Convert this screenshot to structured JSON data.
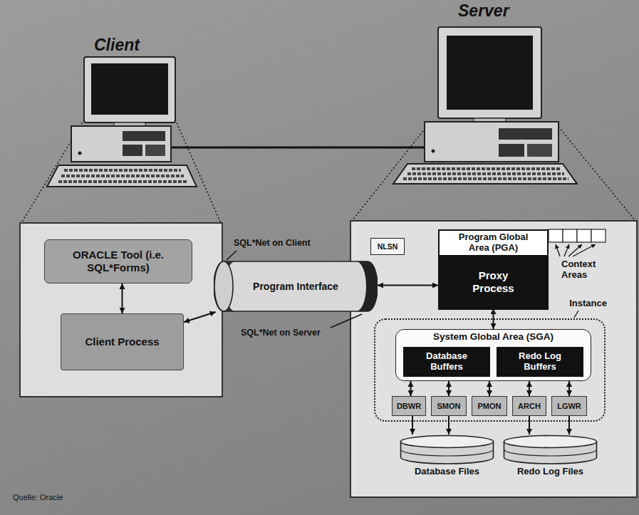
{
  "diagram": {
    "nodes": [
      {
        "text": [
          "ORACLE Tool (i.e. SQL*Forms)"
        ]
      },
      {
        "text": [
          "Client Process"
        ]
      },
      {
        "text": [
          "Program Interface"
        ]
      },
      {
        "text": [
          "NLSN"
        ]
      },
      {
        "text": [
          "Program Global Area (PGA)"
        ]
      },
      {
        "text": [
          "Proxy Process"
        ],
        "in": 4
      },
      {
        "text": [
          "Instance"
        ]
      },
      {
        "text": [
          "System Global Area (SGA)"
        ],
        "in": 6
      },
      {
        "text": [
          "Database Buffers"
        ],
        "in": 7
      },
      {
        "text": [
          "Redo Log Buffers"
        ],
        "in": 7
      },
      {
        "text": [
          "DBWR"
        ],
        "in": 6
      },
      {
        "text": [
          "SMON"
        ],
        "in": 6
      },
      {
        "text": [
          "PMON"
        ],
        "in": 6
      },
      {
        "text": [
          "ARCH"
        ],
        "in": 6
      },
      {
        "text": [
          "LGWR"
        ],
        "in": 6
      },
      {
        "text": [
          "Database Files"
        ]
      },
      {
        "text": [
          "Redo Log Files"
        ]
      }
    ],
    "edges": [
      {
        "from": 0,
        "to": 1,
        "arrow": "both"
      },
      {
        "from": 1,
        "to": 2,
        "arrow": "both"
      },
      {
        "from": 2,
        "to": 4,
        "arrow": "both"
      },
      {
        "from": 5,
        "to": 7,
        "arrow": "both"
      },
      {
        "from": 7,
        "to": 10,
        "arrow": "both"
      },
      {
        "from": 7,
        "to": 11,
        "arrow": "both"
      },
      {
        "from": 7,
        "to": 12,
        "arrow": "both"
      },
      {
        "from": 7,
        "to": 13,
        "arrow": "both"
      },
      {
        "from": 7,
        "to": 14,
        "arrow": "both"
      },
      {
        "from": 10,
        "to": 15,
        "arrow": "to"
      },
      {
        "from": 11,
        "to": 15,
        "arrow": "to"
      },
      {
        "from": 13,
        "to": 16,
        "arrow": "to"
      },
      {
        "from": 14,
        "to": 16,
        "arrow": "to"
      }
    ],
    "labels": [
      "Client",
      "Server",
      "SQL*Net on Client",
      "SQL*Net on Server",
      "Context Areas",
      "Quelle: Oracle"
    ]
  }
}
